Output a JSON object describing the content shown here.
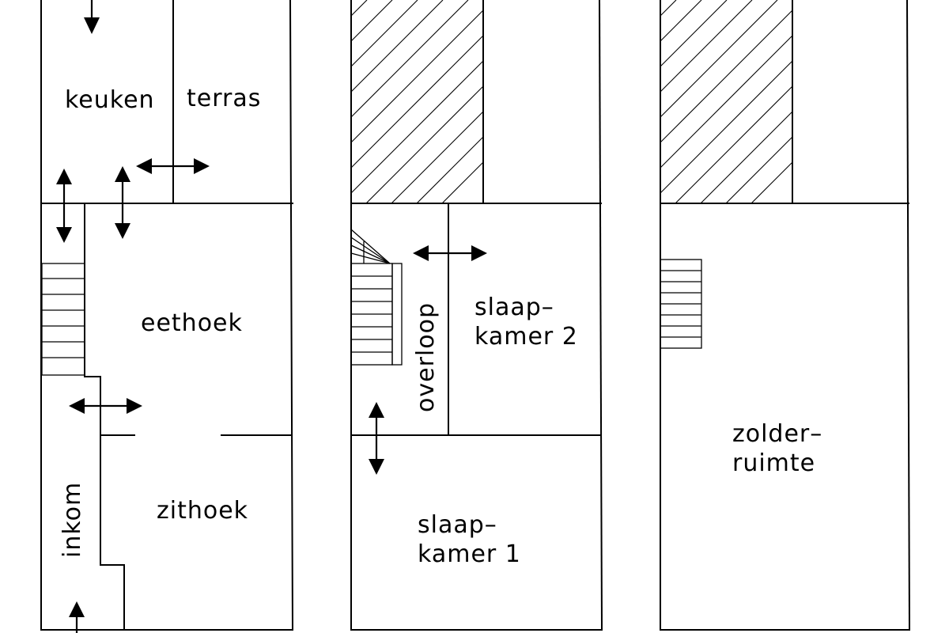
{
  "rooms": {
    "keuken": "keuken",
    "terras": "terras",
    "eethoek": "eethoek",
    "inkom": "inkom",
    "zithoek": "zithoek",
    "overloop": "overloop",
    "slaapkamer2_line1": "slaap–",
    "slaapkamer2_line2": "kamer 2",
    "slaapkamer1_line1": "slaap–",
    "slaapkamer1_line2": "kamer 1",
    "zolderruimte_line1": "zolder–",
    "zolderruimte_line2": "ruimte"
  },
  "colors": {
    "line": "#000000",
    "background": "#ffffff"
  },
  "icons": {
    "arrow": "double-arrow-icon",
    "stairs": "staircase-icon"
  }
}
